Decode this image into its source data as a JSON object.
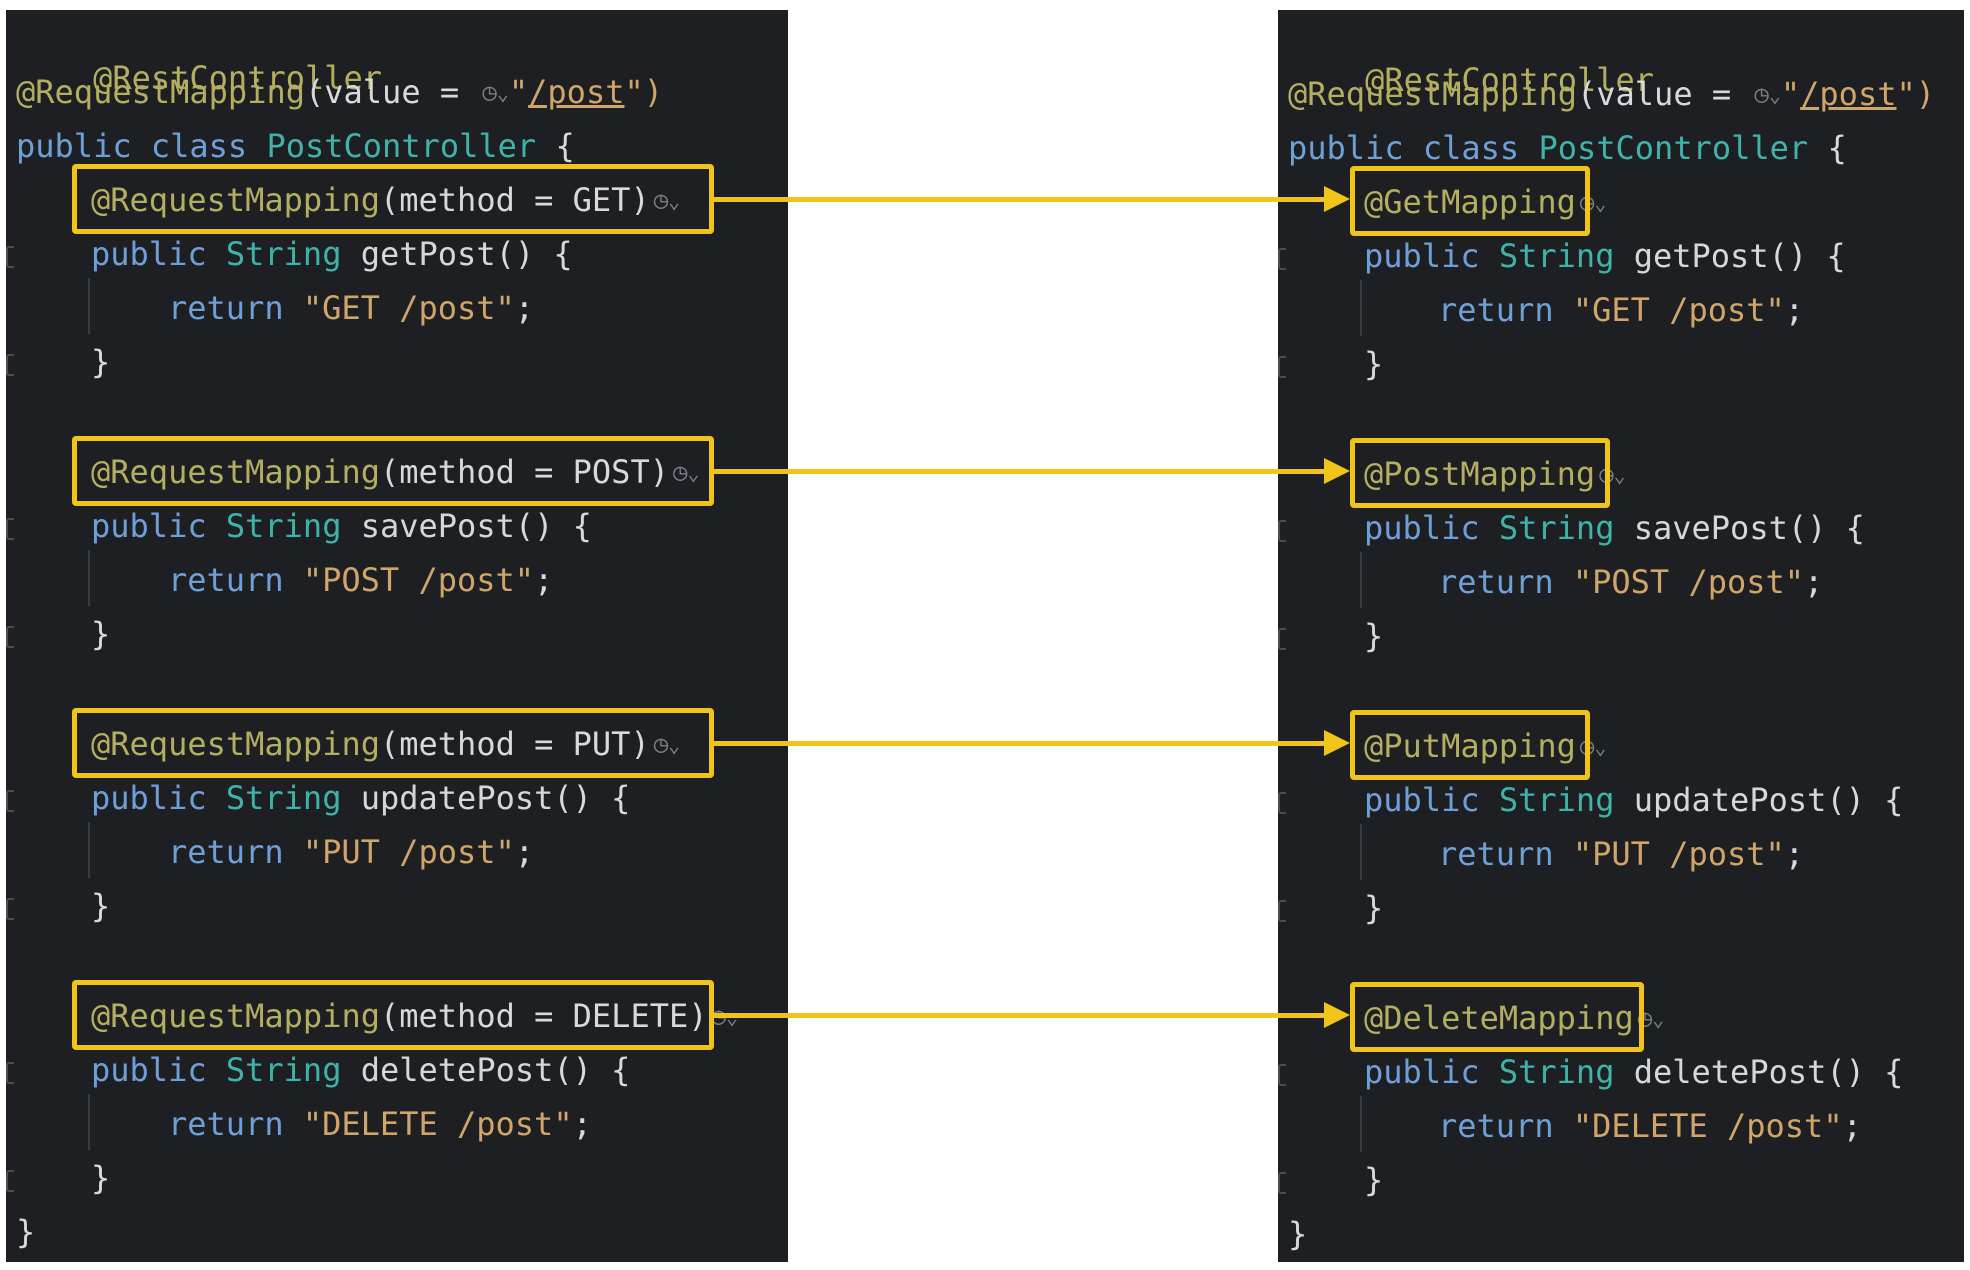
{
  "left": {
    "class_ann": "@RestController",
    "rm_ann": "@RequestMapping",
    "rm_open": "(value = ",
    "rm_q1": "\"",
    "rm_url": "/post",
    "rm_q2": "\")",
    "class_kw1": "public",
    "class_kw2": "class",
    "class_name": "PostController",
    "class_brace": " {",
    "close_brace": "}",
    "methods": [
      {
        "ann": "@RequestMapping",
        "args": "(method = GET)",
        "mod": "public",
        "type": "String",
        "name": "getPost",
        "sig_tail": "() {",
        "ret": "return",
        "str": "\"GET /post\"",
        "semi": ";",
        "close": "}"
      },
      {
        "ann": "@RequestMapping",
        "args": "(method = POST)",
        "mod": "public",
        "type": "String",
        "name": "savePost",
        "sig_tail": "() {",
        "ret": "return",
        "str": "\"POST /post\"",
        "semi": ";",
        "close": "}"
      },
      {
        "ann": "@RequestMapping",
        "args": "(method = PUT)",
        "mod": "public",
        "type": "String",
        "name": "updatePost",
        "sig_tail": "() {",
        "ret": "return",
        "str": "\"PUT /post\"",
        "semi": ";",
        "close": "}"
      },
      {
        "ann": "@RequestMapping",
        "args": "(method = DELETE)",
        "mod": "public",
        "type": "String",
        "name": "deletePost",
        "sig_tail": "() {",
        "ret": "return",
        "str": "\"DELETE /post\"",
        "semi": ";",
        "close": "}"
      }
    ]
  },
  "right": {
    "class_ann": "@RestController",
    "rm_ann": "@RequestMapping",
    "rm_open": "(value = ",
    "rm_q1": "\"",
    "rm_url": "/post",
    "rm_q2": "\")",
    "class_kw1": "public",
    "class_kw2": "class",
    "class_name": "PostController",
    "class_brace": " {",
    "close_brace": "}",
    "methods": [
      {
        "ann": "@GetMapping",
        "mod": "public",
        "type": "String",
        "name": "getPost",
        "sig_tail": "() {",
        "ret": "return",
        "str": "\"GET /post\"",
        "semi": ";",
        "close": "}"
      },
      {
        "ann": "@PostMapping",
        "mod": "public",
        "type": "String",
        "name": "savePost",
        "sig_tail": "() {",
        "ret": "return",
        "str": "\"POST /post\"",
        "semi": ";",
        "close": "}"
      },
      {
        "ann": "@PutMapping",
        "mod": "public",
        "type": "String",
        "name": "updatePost",
        "sig_tail": "() {",
        "ret": "return",
        "str": "\"PUT /post\"",
        "semi": ";",
        "close": "}"
      },
      {
        "ann": "@DeleteMapping",
        "mod": "public",
        "type": "String",
        "name": "deletePost",
        "sig_tail": "() {",
        "ret": "return",
        "str": "\"DELETE /post\"",
        "semi": ";",
        "close": "}"
      }
    ]
  },
  "icons": {
    "endpoint_icon": "globe-icon",
    "dropdown_icon": "chevron-down-icon",
    "glyph": "◷",
    "chevron": "⌄"
  },
  "colors": {
    "editor_bg": "#1e1f22",
    "highlight": "#f0c419",
    "annotation": "#b3ae60",
    "keyword": "#6ea0d8",
    "type": "#3fb3a9",
    "string": "#d0a56a"
  }
}
